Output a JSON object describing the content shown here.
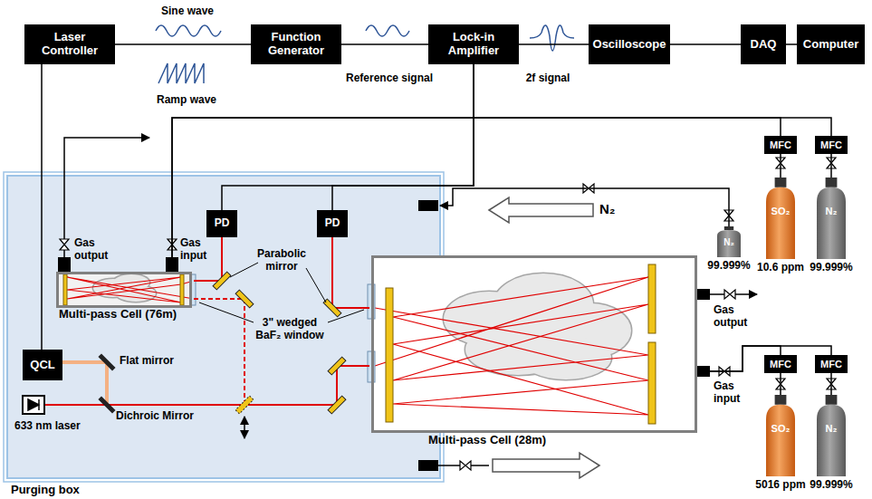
{
  "diagram": {
    "nodes": [
      {
        "text": [
          "Laser Controller"
        ]
      },
      {
        "text": [
          "Function Generator"
        ]
      },
      {
        "text": [
          "Lock-in Amplifier"
        ]
      },
      {
        "text": [
          "Oscilloscope"
        ]
      },
      {
        "text": [
          "DAQ"
        ]
      },
      {
        "text": [
          "Computer"
        ]
      },
      {
        "text": [
          "Purging box"
        ]
      },
      {
        "text": [
          "Multi-pass Cell (76m)"
        ],
        "in": 6
      },
      {
        "text": [
          "PD"
        ],
        "in": 6
      },
      {
        "text": [
          "PD"
        ],
        "in": 6
      },
      {
        "text": [
          "QCL"
        ],
        "in": 6
      },
      {
        "text": [
          "Multi-pass Cell (28m)"
        ]
      },
      {
        "text": [
          "MFC"
        ]
      },
      {
        "text": [
          "MFC"
        ]
      },
      {
        "text": [
          "MFC"
        ]
      },
      {
        "text": [
          "MFC"
        ]
      },
      {
        "text": [
          "SO₂",
          "10.6 ppm"
        ]
      },
      {
        "text": [
          "N₂",
          "99.999%"
        ]
      },
      {
        "text": [
          "SO₂",
          "5016 ppm"
        ]
      },
      {
        "text": [
          "N₂",
          "99.999%"
        ]
      },
      {
        "text": [
          "N₂",
          "99.999%"
        ]
      }
    ],
    "edges": [
      {
        "from": 0,
        "to": 1,
        "arrow": "none"
      },
      {
        "from": 1,
        "to": 2,
        "arrow": "none"
      },
      {
        "from": 2,
        "to": 3,
        "arrow": "none"
      },
      {
        "from": 3,
        "to": 4,
        "arrow": "none"
      },
      {
        "from": 4,
        "to": 5,
        "arrow": "none"
      },
      {
        "from": 0,
        "to": 10,
        "arrow": "none"
      },
      {
        "from": 8,
        "to": 2,
        "arrow": "none"
      },
      {
        "from": 9,
        "to": 2,
        "arrow": "none"
      },
      {
        "from": 12,
        "to": 7,
        "arrow": "none"
      },
      {
        "from": 13,
        "to": 7,
        "arrow": "none"
      },
      {
        "from": 16,
        "to": 12,
        "arrow": "none"
      },
      {
        "from": 17,
        "to": 13,
        "arrow": "none"
      },
      {
        "from": 18,
        "to": 14,
        "arrow": "none"
      },
      {
        "from": 19,
        "to": 15,
        "arrow": "none"
      },
      {
        "from": 14,
        "to": 11,
        "arrow": "none"
      },
      {
        "from": 15,
        "to": 11,
        "arrow": "none"
      },
      {
        "from": 20,
        "to": 6,
        "arrow": "to"
      }
    ],
    "labels": [
      "Sine wave",
      "Ramp wave",
      "Reference signal",
      "2f signal",
      "Gas output",
      "Gas input",
      "Parabolic mirror",
      "3\" wedged BaF₂ window",
      "Flat mirror",
      "Dichroic Mirror",
      "633 nm laser",
      "N₂",
      "Gas output",
      "Gas input"
    ]
  }
}
